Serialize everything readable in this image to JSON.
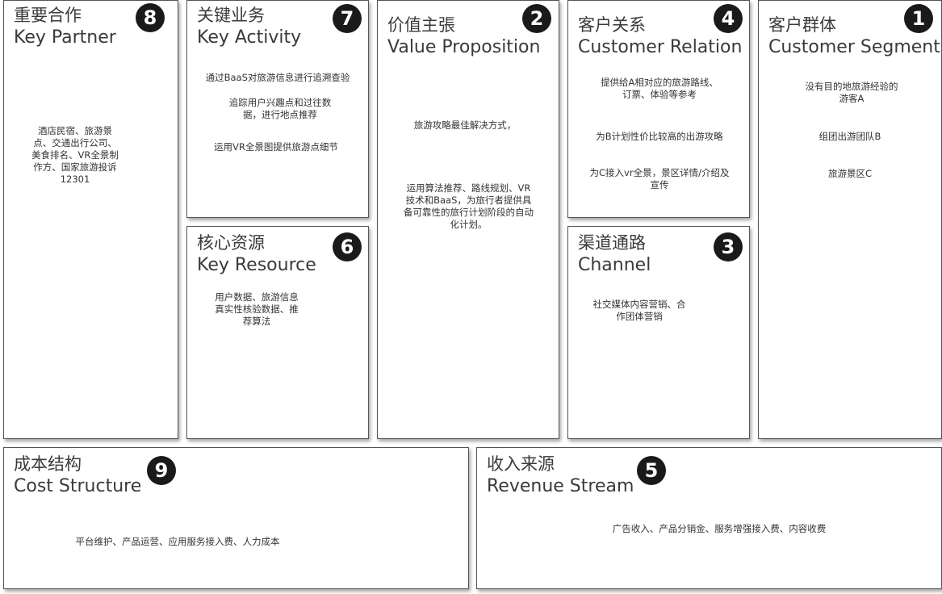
{
  "blocks": {
    "key_partner": {
      "title_zh": "重要合作",
      "title_en": "Key Partner",
      "number": "8",
      "content": [
        "酒店民宿、旅游景点、交通出行公司、美食排名、VR全景制作方、国家旅游投诉12301"
      ]
    },
    "key_activity": {
      "title_zh": "关键业务",
      "title_en": "Key Activity",
      "number": "7",
      "content": [
        "通过BaaS对旅游信息进行追溯查验",
        "追踪用户兴趣点和过往数据，进行地点推荐",
        "运用VR全景图提供旅游点细节"
      ]
    },
    "value_proposition": {
      "title_zh": "价值主張",
      "title_en": "Value Proposition",
      "number": "2",
      "content": [
        "旅游攻略最佳解决方式，",
        "运用算法推荐、路线规划、VR技术和BaaS，为旅行者提供具备可靠性的旅行计划阶段的自动化计划。"
      ]
    },
    "customer_relation": {
      "title_zh": "客户关系",
      "title_en": "Customer Relation",
      "number": "4",
      "content": [
        "提供给A相对应的旅游路线、订票、体验等参考",
        "为B计划性价比较高的出游攻略",
        "为C接入vr全景，景区详情/介绍及宣传"
      ]
    },
    "customer_segment": {
      "title_zh": "客户群体",
      "title_en": "Customer Segment",
      "number": "1",
      "content": [
        "没有目的地旅游经验的游客A",
        "组团出游团队B",
        "旅游景区C"
      ]
    },
    "key_resource": {
      "title_zh": "核心资源",
      "title_en": "Key Resource",
      "number": "6",
      "content": [
        "用户数据、旅游信息真实性核验数据、推荐算法"
      ]
    },
    "channel": {
      "title_zh": "渠道通路",
      "title_en": "Channel",
      "number": "3",
      "content": [
        "社交媒体内容营销、合作团体营销"
      ]
    },
    "cost_structure": {
      "title_zh": "成本结构",
      "title_en": "Cost Structure",
      "number": "9",
      "content": [
        "平台维护、产品运营、应用服务接入费、人力成本"
      ]
    },
    "revenue_stream": {
      "title_zh": "收入来源",
      "title_en": "Revenue Stream",
      "number": "5",
      "content": [
        "广告收入、产品分销金、服务增强接入费、内容收费"
      ]
    }
  }
}
